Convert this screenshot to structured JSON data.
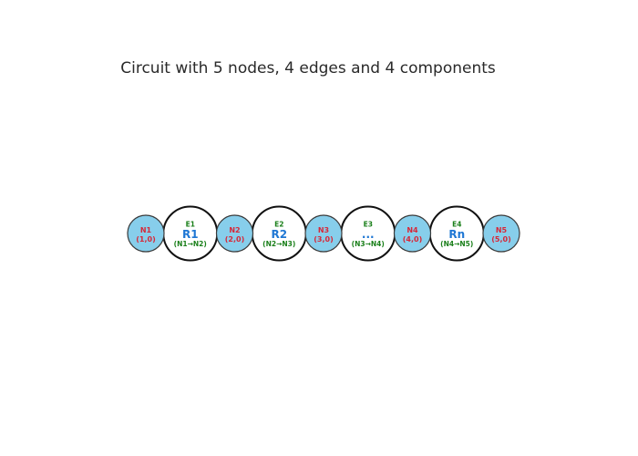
{
  "title": "Circuit with 5 nodes, 4 edges and 4 components",
  "nodes": [
    {
      "id": "N1",
      "coord": "(1,0)"
    },
    {
      "id": "N2",
      "coord": "(2,0)"
    },
    {
      "id": "N3",
      "coord": "(3,0)"
    },
    {
      "id": "N4",
      "coord": "(4,0)"
    },
    {
      "id": "N5",
      "coord": "(5,0)"
    }
  ],
  "edges": [
    {
      "id": "E1",
      "label": "R1",
      "connection": "(N1→N2)"
    },
    {
      "id": "E2",
      "label": "R2",
      "connection": "(N2→N3)"
    },
    {
      "id": "E3",
      "label": "...",
      "connection": "(N3→N4)"
    },
    {
      "id": "E4",
      "label": "Rn",
      "connection": "(N4→N5)"
    }
  ],
  "colors": {
    "node_fill": "#87ceeb",
    "node_text": "#d62839",
    "edge_text": "#1a7f1a",
    "component_label": "#1f77d4",
    "component_fill": "#ffffff",
    "component_stroke": "#111111"
  }
}
